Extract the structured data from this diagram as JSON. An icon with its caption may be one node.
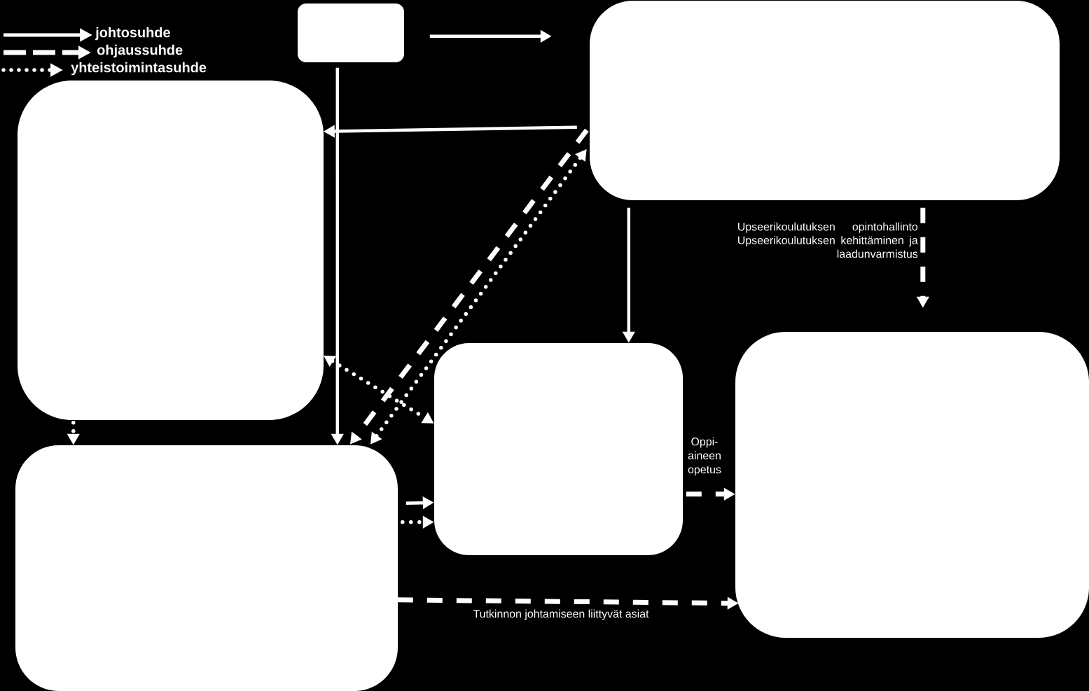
{
  "diagram": {
    "nodes": [
      {
        "text": [],
        "shape": "box"
      },
      {
        "text": [],
        "shape": "box"
      },
      {
        "text": [],
        "shape": "box"
      },
      {
        "text": [],
        "shape": "box"
      },
      {
        "text": [],
        "shape": "box"
      },
      {
        "text": [],
        "shape": "box"
      }
    ],
    "edges": [
      {
        "from": 0,
        "to": 1,
        "arrow": "to"
      },
      {
        "from": 0,
        "to": 5,
        "arrow": "to"
      },
      {
        "from": 1,
        "to": 2,
        "arrow": "to"
      },
      {
        "from": 1,
        "to": 5,
        "arrow": "to",
        "style": "dashed"
      },
      {
        "from": 5,
        "to": 1,
        "arrow": "both",
        "style": "dashed"
      },
      {
        "from": 1,
        "to": 3,
        "arrow": "to"
      },
      {
        "from": 1,
        "to": 4,
        "arrow": "to",
        "style": "dashed",
        "label": "Upseerikoulutuksen opintohallinto Upseerikoulutuksen kehittäminen ja laadunvarmistus"
      },
      {
        "from": 2,
        "to": 3,
        "arrow": "both",
        "style": "dashed"
      },
      {
        "from": 2,
        "to": 5,
        "arrow": "to",
        "style": "dashed"
      },
      {
        "from": 5,
        "to": 3,
        "arrow": "to"
      },
      {
        "from": 5,
        "to": 3,
        "arrow": "to",
        "style": "dashed"
      },
      {
        "from": 3,
        "to": 4,
        "arrow": "to",
        "style": "dashed",
        "label": "Oppi- aineen opetus"
      },
      {
        "from": 5,
        "to": 4,
        "arrow": "to",
        "style": "dashed",
        "label": "Tutkinnon johtamiseen liittyvät asiat"
      }
    ],
    "legend": [
      {
        "text": "johtosuhde"
      },
      {
        "text": "ohjaussuhde"
      },
      {
        "text": "yhteistoimintasuhde"
      }
    ]
  }
}
